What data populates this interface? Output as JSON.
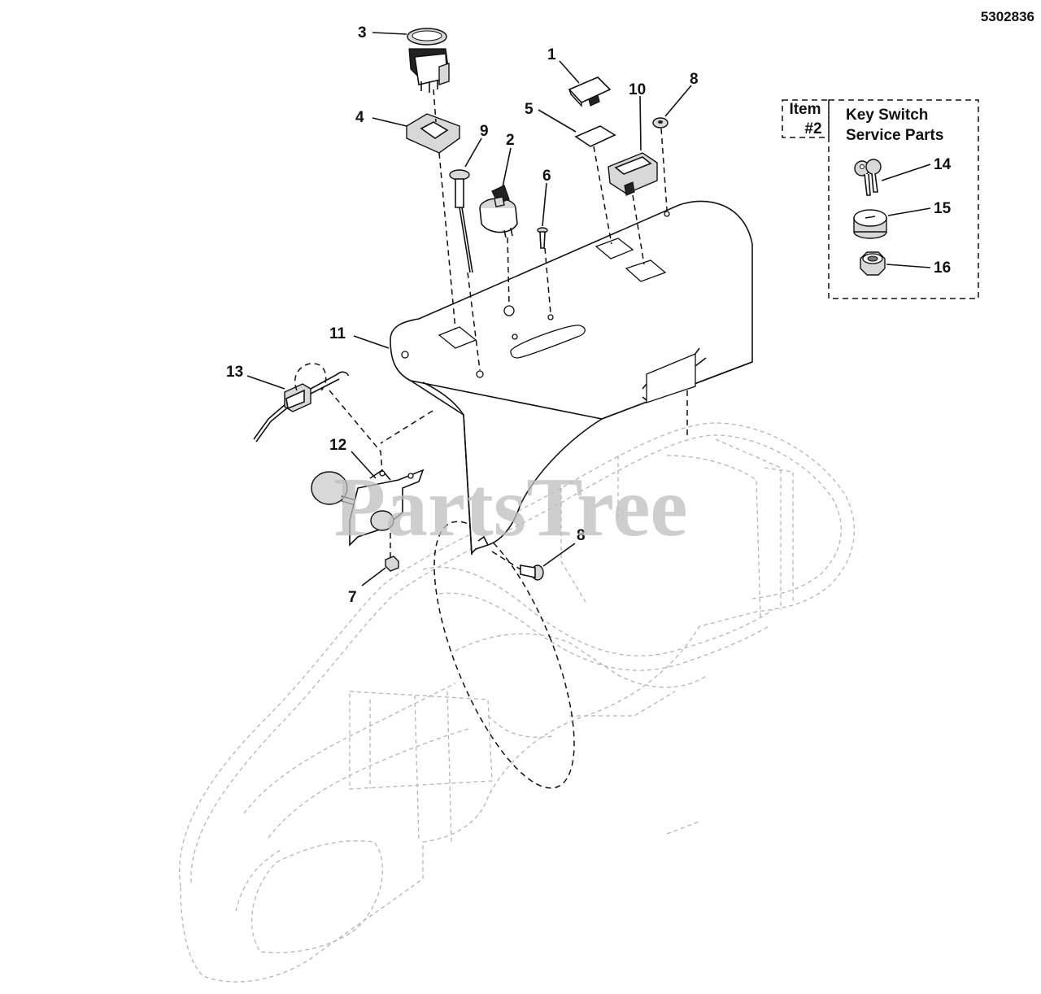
{
  "document": {
    "number": "5302836",
    "watermark": "PartsTree"
  },
  "callouts": [
    {
      "id": "1",
      "label": "1"
    },
    {
      "id": "2",
      "label": "2"
    },
    {
      "id": "3",
      "label": "3"
    },
    {
      "id": "4",
      "label": "4"
    },
    {
      "id": "5",
      "label": "5"
    },
    {
      "id": "6",
      "label": "6"
    },
    {
      "id": "7",
      "label": "7"
    },
    {
      "id": "8a",
      "label": "8"
    },
    {
      "id": "8b",
      "label": "8"
    },
    {
      "id": "9",
      "label": "9"
    },
    {
      "id": "10",
      "label": "10"
    },
    {
      "id": "11",
      "label": "11"
    },
    {
      "id": "12",
      "label": "12"
    },
    {
      "id": "13",
      "label": "13"
    }
  ],
  "service_box": {
    "item_label_line1": "Item",
    "item_label_line2": "#2",
    "title_line1": "Key Switch",
    "title_line2": "Service Parts",
    "callouts": [
      {
        "id": "14",
        "label": "14"
      },
      {
        "id": "15",
        "label": "15"
      },
      {
        "id": "16",
        "label": "16"
      }
    ]
  }
}
